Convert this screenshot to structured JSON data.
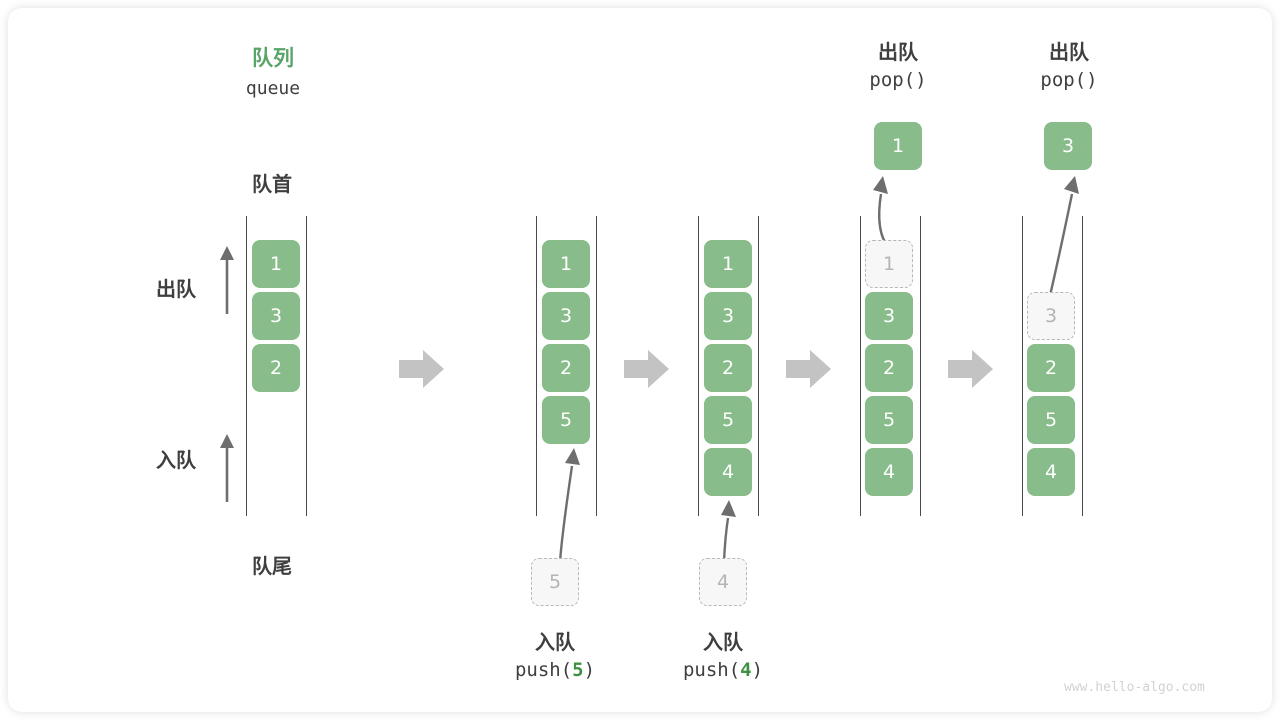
{
  "diagram": {
    "title_cn": "队列",
    "title_en": "queue",
    "front_label": "队首",
    "rear_label": "队尾",
    "dequeue_label": "出队",
    "enqueue_label": "入队",
    "watermark": "www.hello-algo.com",
    "colors": {
      "green_fill": "#88bd8b",
      "green_text": "#3f9142",
      "title_green": "#5aa469",
      "ghost_border": "#b8b8b8",
      "ghost_text": "#b4b4b4",
      "line": "#4a4a4a",
      "arrow_gray": "#c3c3c3",
      "curve_gray": "#6e6e6e",
      "text_dark": "#3f3f3f",
      "watermark": "#d2d2d2"
    }
  },
  "operations": {
    "push5": {
      "cn": "入队",
      "code_prefix": "push(",
      "code_value": "5",
      "code_suffix": ")",
      "ghost_value": "5"
    },
    "push4": {
      "cn": "入队",
      "code_prefix": "push(",
      "code_value": "4",
      "code_suffix": ")",
      "ghost_value": "4"
    },
    "pop1": {
      "cn": "出队",
      "code": "pop()",
      "popped_value": "1"
    },
    "pop3": {
      "cn": "出队",
      "code": "pop()",
      "popped_value": "3"
    }
  },
  "states": [
    {
      "name": "initial",
      "cells": [
        {
          "value": "1",
          "style": "filled"
        },
        {
          "value": "3",
          "style": "filled"
        },
        {
          "value": "2",
          "style": "filled"
        }
      ]
    },
    {
      "name": "after-push-5",
      "cells": [
        {
          "value": "1",
          "style": "filled"
        },
        {
          "value": "3",
          "style": "filled"
        },
        {
          "value": "2",
          "style": "filled"
        },
        {
          "value": "5",
          "style": "filled"
        }
      ]
    },
    {
      "name": "after-push-4",
      "cells": [
        {
          "value": "1",
          "style": "filled"
        },
        {
          "value": "3",
          "style": "filled"
        },
        {
          "value": "2",
          "style": "filled"
        },
        {
          "value": "5",
          "style": "filled"
        },
        {
          "value": "4",
          "style": "filled"
        }
      ]
    },
    {
      "name": "after-pop-1",
      "cells": [
        {
          "value": "1",
          "style": "ghost"
        },
        {
          "value": "3",
          "style": "filled"
        },
        {
          "value": "2",
          "style": "filled"
        },
        {
          "value": "5",
          "style": "filled"
        },
        {
          "value": "4",
          "style": "filled"
        }
      ]
    },
    {
      "name": "after-pop-3",
      "cells": [
        {
          "value": "",
          "style": "empty"
        },
        {
          "value": "3",
          "style": "ghost"
        },
        {
          "value": "2",
          "style": "filled"
        },
        {
          "value": "5",
          "style": "filled"
        },
        {
          "value": "4",
          "style": "filled"
        }
      ]
    }
  ]
}
